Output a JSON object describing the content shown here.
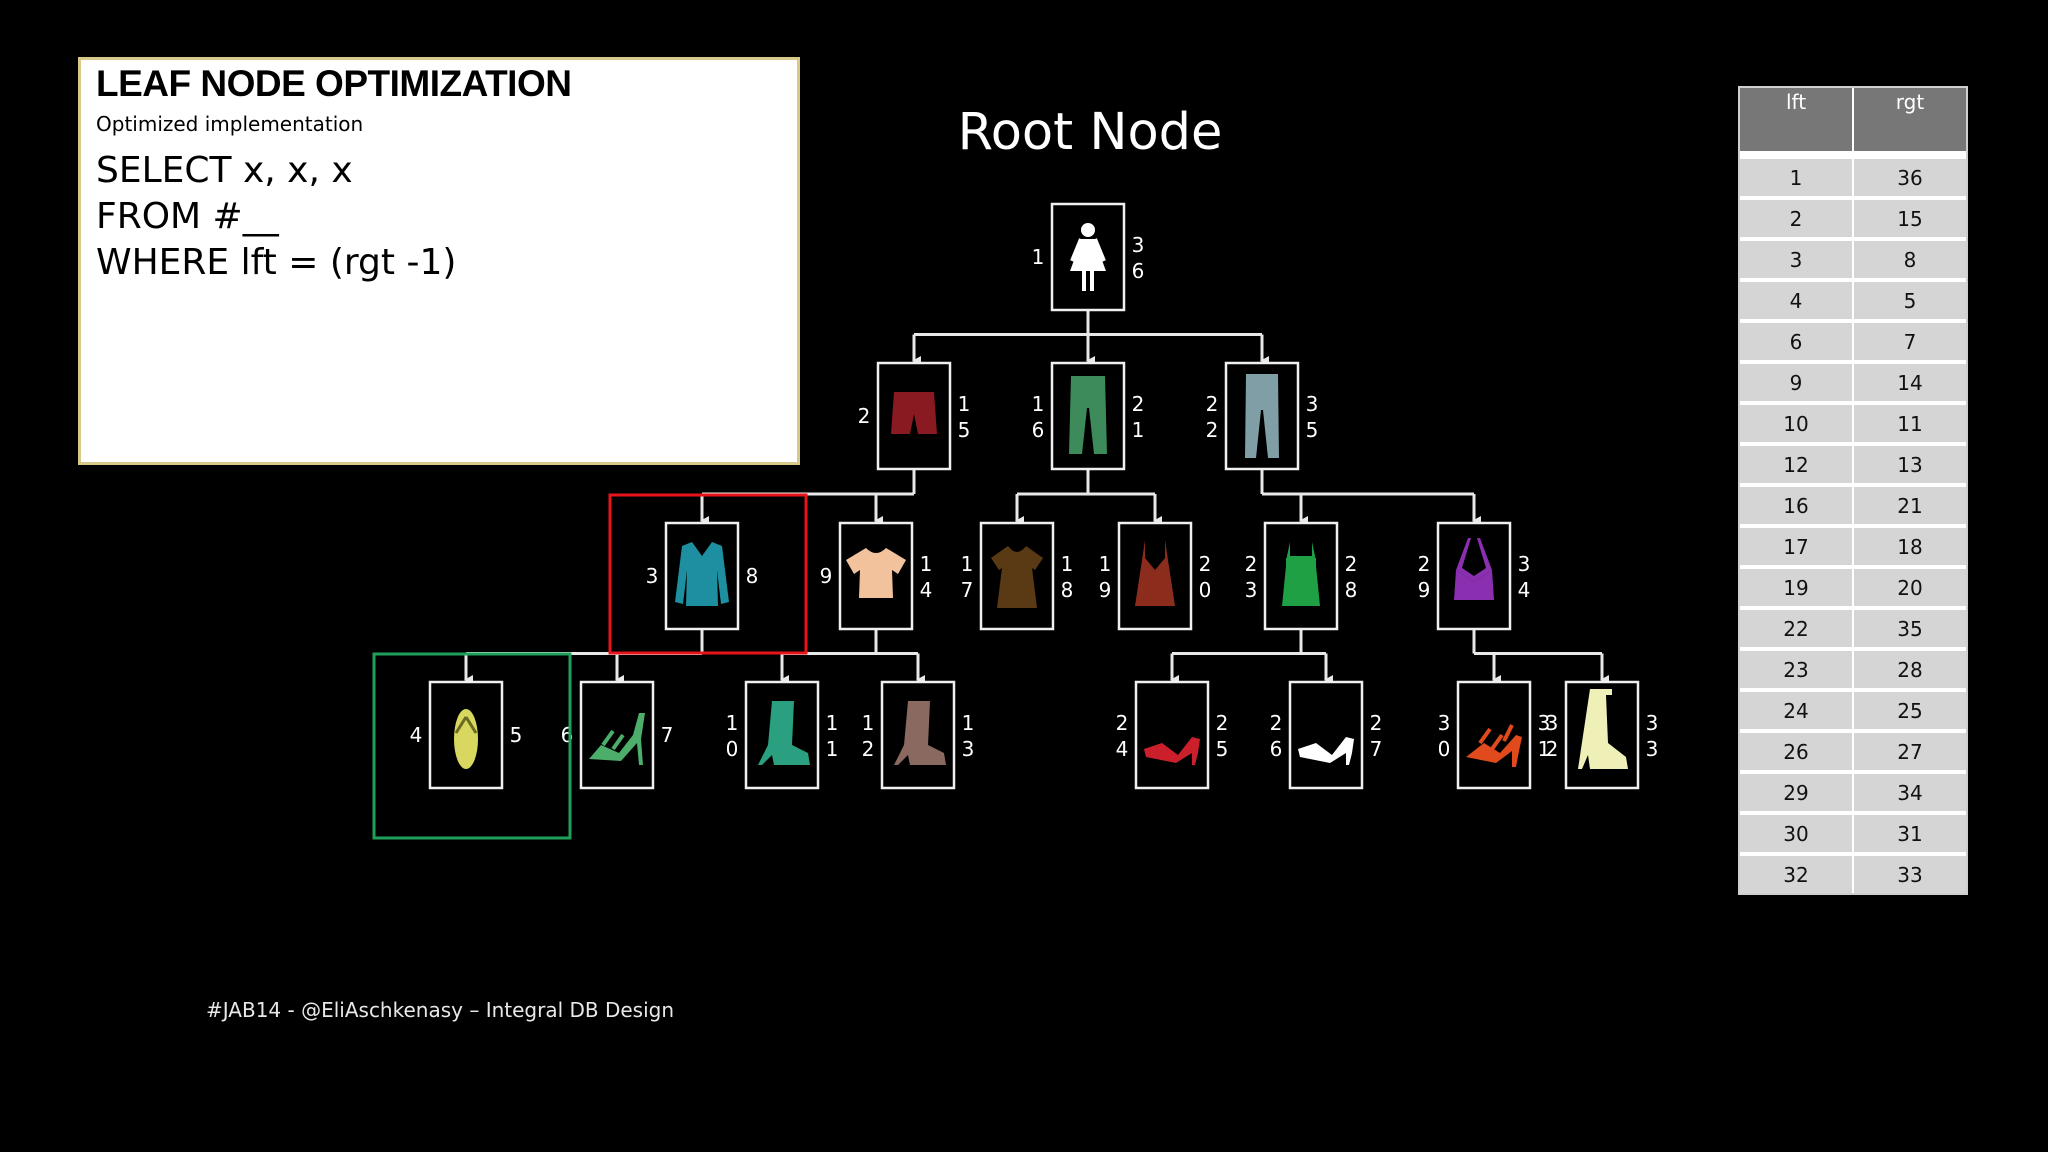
{
  "code_box": {
    "title": "LEAF NODE OPTIMIZATION",
    "subtitle": "Optimized implementation",
    "lines": [
      "SELECT x, x, x",
      "FROM #__",
      "WHERE lft = (rgt -1)"
    ]
  },
  "root_label": "Root Node",
  "footer": "#JAB14 - @EliAschkenasy – Integral DB Design",
  "table": {
    "headers": [
      "lft",
      "rgt"
    ],
    "rows": [
      [
        "1",
        "36"
      ],
      [
        "2",
        "15"
      ],
      [
        "3",
        "8"
      ],
      [
        "4",
        "5"
      ],
      [
        "6",
        "7"
      ],
      [
        "9",
        "14"
      ],
      [
        "10",
        "11"
      ],
      [
        "12",
        "13"
      ],
      [
        "16",
        "21"
      ],
      [
        "17",
        "18"
      ],
      [
        "19",
        "20"
      ],
      [
        "22",
        "35"
      ],
      [
        "23",
        "28"
      ],
      [
        "24",
        "25"
      ],
      [
        "26",
        "27"
      ],
      [
        "29",
        "34"
      ],
      [
        "30",
        "31"
      ],
      [
        "32",
        "33"
      ]
    ]
  },
  "tree": {
    "nodes": [
      {
        "id": "women",
        "lft": "1",
        "rgt": "36",
        "icon": "woman-icon",
        "level": 0,
        "color": "#ffffff"
      },
      {
        "id": "shorts",
        "lft": "2",
        "rgt": "15",
        "icon": "shorts-icon",
        "level": 1,
        "color": "#8a1a22"
      },
      {
        "id": "pants",
        "lft": "16",
        "rgt": "21",
        "icon": "pants-icon",
        "level": 1,
        "color": "#3d8a5a"
      },
      {
        "id": "jeans",
        "lft": "22",
        "rgt": "35",
        "icon": "jeans-icon",
        "level": 1,
        "color": "#7f9ea6"
      },
      {
        "id": "long-sleeve-top",
        "lft": "3",
        "rgt": "8",
        "icon": "long-sleeve-top-icon",
        "level": 2,
        "color": "#1e8fa0"
      },
      {
        "id": "blouse",
        "lft": "9",
        "rgt": "14",
        "icon": "blouse-icon",
        "level": 2,
        "color": "#f2c29c"
      },
      {
        "id": "brown-top",
        "lft": "17",
        "rgt": "18",
        "icon": "ruffle-top-icon",
        "level": 2,
        "color": "#5a3a14"
      },
      {
        "id": "camisole",
        "lft": "19",
        "rgt": "20",
        "icon": "camisole-icon",
        "level": 2,
        "color": "#8c2c1c"
      },
      {
        "id": "tank-top",
        "lft": "23",
        "rgt": "28",
        "icon": "tank-top-icon",
        "level": 2,
        "color": "#1fa044"
      },
      {
        "id": "halter-top",
        "lft": "29",
        "rgt": "34",
        "icon": "halter-top-icon",
        "level": 2,
        "color": "#8a2fb0"
      },
      {
        "id": "flip-flop",
        "lft": "4",
        "rgt": "5",
        "icon": "flip-flop-icon",
        "level": 3,
        "color": "#d8d860"
      },
      {
        "id": "sandal",
        "lft": "6",
        "rgt": "7",
        "icon": "sandal-icon",
        "level": 3,
        "color": "#4cae6a"
      },
      {
        "id": "teal-boot",
        "lft": "10",
        "rgt": "11",
        "icon": "ankle-boot-icon",
        "level": 3,
        "color": "#2aa080"
      },
      {
        "id": "brown-boot",
        "lft": "12",
        "rgt": "13",
        "icon": "ankle-boot-icon",
        "level": 3,
        "color": "#8a6a60"
      },
      {
        "id": "red-pump",
        "lft": "24",
        "rgt": "25",
        "icon": "pump-icon",
        "level": 3,
        "color": "#cc1f2c"
      },
      {
        "id": "white-pump",
        "lft": "26",
        "rgt": "27",
        "icon": "pump-icon",
        "level": 3,
        "color": "#ffffff"
      },
      {
        "id": "orange-heel",
        "lft": "30",
        "rgt": "31",
        "icon": "strappy-heel-icon",
        "level": 3,
        "color": "#e04a1c"
      },
      {
        "id": "tall-boot",
        "lft": "32",
        "rgt": "33",
        "icon": "tall-boot-icon",
        "level": 3,
        "color": "#eef0b8"
      }
    ],
    "edges": [
      [
        "women",
        "shorts"
      ],
      [
        "women",
        "pants"
      ],
      [
        "women",
        "jeans"
      ],
      [
        "shorts",
        "long-sleeve-top"
      ],
      [
        "shorts",
        "blouse"
      ],
      [
        "pants",
        "brown-top"
      ],
      [
        "pants",
        "camisole"
      ],
      [
        "jeans",
        "tank-top"
      ],
      [
        "jeans",
        "halter-top"
      ],
      [
        "long-sleeve-top",
        "flip-flop"
      ],
      [
        "long-sleeve-top",
        "sandal"
      ],
      [
        "blouse",
        "teal-boot"
      ],
      [
        "blouse",
        "brown-boot"
      ],
      [
        "tank-top",
        "red-pump"
      ],
      [
        "tank-top",
        "white-pump"
      ],
      [
        "halter-top",
        "orange-heel"
      ],
      [
        "halter-top",
        "tall-boot"
      ]
    ],
    "highlights": [
      {
        "node": "long-sleeve-top",
        "color": "#e8141c"
      },
      {
        "node": "flip-flop",
        "color": "#1fa05a"
      }
    ]
  }
}
